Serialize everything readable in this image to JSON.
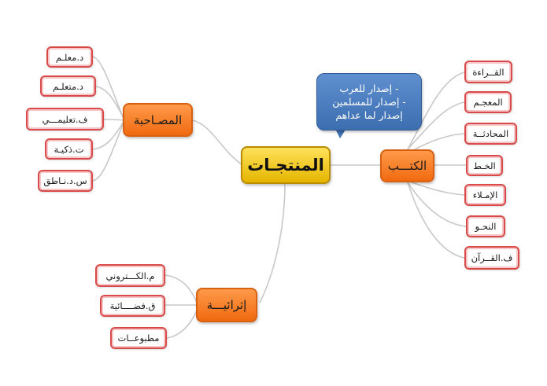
{
  "center": "المنتجـات",
  "branches": {
    "companions": {
      "label": "المصـاحبة",
      "items": [
        "د.معلـم",
        "د.متعلـم",
        "ف.تعليمـــي",
        "ت.ذكيـة",
        "س.د.نـاطق"
      ]
    },
    "books": {
      "label": "الكتـــب",
      "items": [
        "القــراءة",
        "المعجـم",
        "المحادثــة",
        "الخـط",
        "الإمـلاء",
        "النحـو",
        "ف.القــرآن"
      ]
    },
    "enrichment": {
      "label": "إثرائيـــة",
      "items": [
        "م.الكـــتروني",
        "ق.فضــــائية",
        "مطبوعــات"
      ]
    }
  },
  "callout": {
    "lines": [
      "- إصدار للعرب",
      "- إصدار للمسلمين",
      "إصدار لما عداهم"
    ]
  },
  "colors": {
    "center_fill": "#f5c800",
    "main_fill": "#f47920",
    "leaf_border": "#d94a4a",
    "callout_fill": "#4a7cc0",
    "link": "#c8c8c8"
  }
}
